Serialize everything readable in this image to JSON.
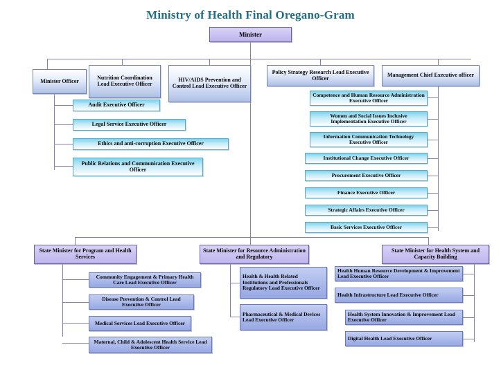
{
  "title": "Ministry of Health Final Oregano-Gram",
  "colors": {
    "title": "#1f6f87",
    "connector": "#8a7fae",
    "purple_box": "#cfc8f2",
    "blue_box": "#aebfe6",
    "cyan_box": "#7fd4ee",
    "periwinkle_box": "#aab9ea",
    "background": "#ffffff"
  },
  "root": {
    "label": "Minister"
  },
  "level1": [
    {
      "label": "Minister Officer"
    },
    {
      "label": "Nutrition Coordination Lead Executive Officer"
    },
    {
      "label": "HIV/AIDS Prevention and Control Lead Executive Officer"
    },
    {
      "label": "Policy Strategy Research Lead Executive Officer"
    },
    {
      "label": "Management Chief Executive officer"
    }
  ],
  "minister_officer_children": [
    {
      "label": "Audit Executive Officer"
    },
    {
      "label": "Legal Service Executive Officer"
    },
    {
      "label": "Ethics and anti-corruption Executive Officer"
    },
    {
      "label": "Public Relations and Communication Executive Officer"
    }
  ],
  "management_chief_children": [
    {
      "label": "Competence and Human Resource Administration Executive Officer"
    },
    {
      "label": "Women and Social Issues Inclusive Implementation Executive Officer"
    },
    {
      "label": "Information Communication Technology Executive Officer"
    },
    {
      "label": "Institutional Change Executive Officer"
    },
    {
      "label": "Procurement Executive Officer"
    },
    {
      "label": "Finance Executive Officer"
    },
    {
      "label": "Strategic Affairs Executive Officer"
    },
    {
      "label": "Basic Services Executive Officer"
    }
  ],
  "state_ministers": [
    {
      "label": "State Minister for Program and Health Services"
    },
    {
      "label": "State Minister for Resource Administration and Regulatory"
    },
    {
      "label": "State Minister for Health System and Capacity Building"
    }
  ],
  "program_health_children": [
    {
      "label": "Community Engagement & Primary Health Care Lead Executive Officer"
    },
    {
      "label": "Disease Prevention & Control Lead Executive Officer"
    },
    {
      "label": "Medical Services Lead Executive Officer"
    },
    {
      "label": "Maternal, Child & Adolescent Health Service Lead Executive Officer"
    }
  ],
  "resource_admin_children": [
    {
      "label": "Health & Health Related Institutions and Professionals Regulatory Lead Executive Officer"
    },
    {
      "label": "Pharmaceutical & Medical Devices Lead Executive Officer"
    }
  ],
  "health_system_children": [
    {
      "label": "Health Human Resource Development & Improvement Lead Executive Officer"
    },
    {
      "label": "Health Infrastructure Lead Executive Officer"
    },
    {
      "label": "Health System Innovation & Improvement Lead Executive Officer"
    },
    {
      "label": "Digital Health Lead Executive Officer"
    }
  ]
}
